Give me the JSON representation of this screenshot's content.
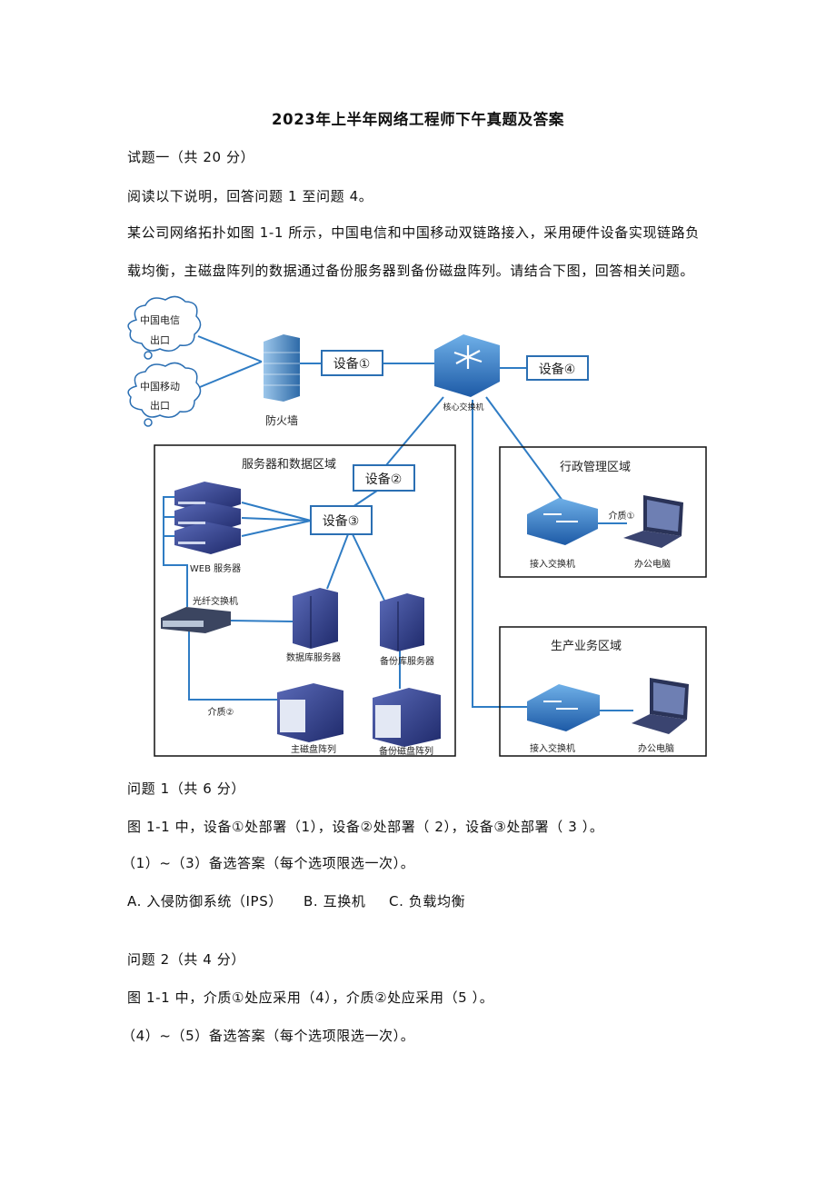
{
  "title": "2023年上半年网络工程师下午真题及答案",
  "section": "试题一（共 20 分）",
  "intro": "阅读以下说明，回答问题 1 至问题 4。",
  "desc_line1": "某公司网络拓扑如图 1-1 所示，中国电信和中国移动双链路接入，采用硬件设备实现链路负",
  "desc_line2": "载均衡，主磁盘阵列的数据通过备份服务器到备份磁盘阵列。请结合下图，回答相关问题。",
  "diagram": {
    "telecom": [
      "中国电信",
      "出口"
    ],
    "mobile": [
      "中国移动",
      "出口"
    ],
    "firewall": "防火墙",
    "device1": "设备①",
    "device2": "设备②",
    "device3": "设备③",
    "device4": "设备④",
    "core_switch": "核心交换机",
    "server_zone": "服务器和数据区域",
    "web_server": "WEB 服务器",
    "fiber_switch": "光纤交换机",
    "db_server": "数据库服务器",
    "backup_server": "备份库服务器",
    "medium2": "介质②",
    "main_disk": "主磁盘阵列",
    "backup_disk": "备份磁盘阵列",
    "admin_zone": "行政管理区域",
    "medium1": "介质①",
    "access_switch": "接入交换机",
    "office_pc": "办公电脑",
    "prod_zone": "生产业务区域"
  },
  "q1": {
    "heading": "问题 1（共 6 分）",
    "text": "图 1-1 中，设备①处部署（1），设备②处部署（  2），设备③处部署（  3  ）。",
    "options_intro": "（1）~（3）备选答案（每个选项限选一次）。",
    "options": [
      "A.  入侵防御系统（IPS）",
      "B.  互换机",
      "C.  负载均衡"
    ]
  },
  "q2": {
    "heading": "问题 2（共 4 分）",
    "text": "图 1-1 中，介质①处应采用（4），介质②处应采用（5  ）。",
    "options_intro": "（4）~（5）备选答案（每个选项限选一次）。"
  }
}
